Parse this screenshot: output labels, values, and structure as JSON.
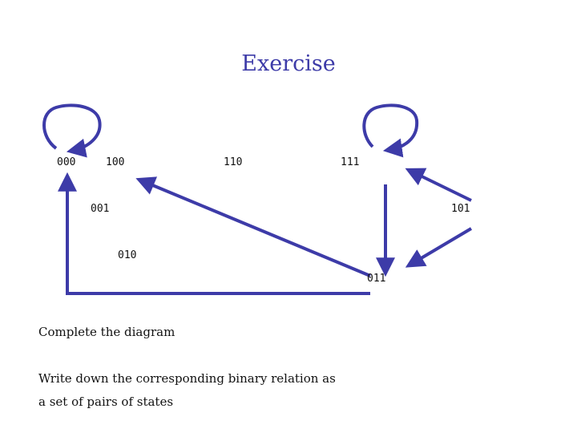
{
  "title": "Exercise",
  "diagram": {
    "states": {
      "s000": "000",
      "s100": "100",
      "s110": "110",
      "s111": "111",
      "s001": "001",
      "s101": "101",
      "s010": "010",
      "s011": "011"
    },
    "edge_color": "#3d3ba8"
  },
  "instructions": {
    "line1": "Complete the diagram",
    "line2": "Write down the corresponding binary relation as",
    "line3": "a set of pairs of states"
  }
}
